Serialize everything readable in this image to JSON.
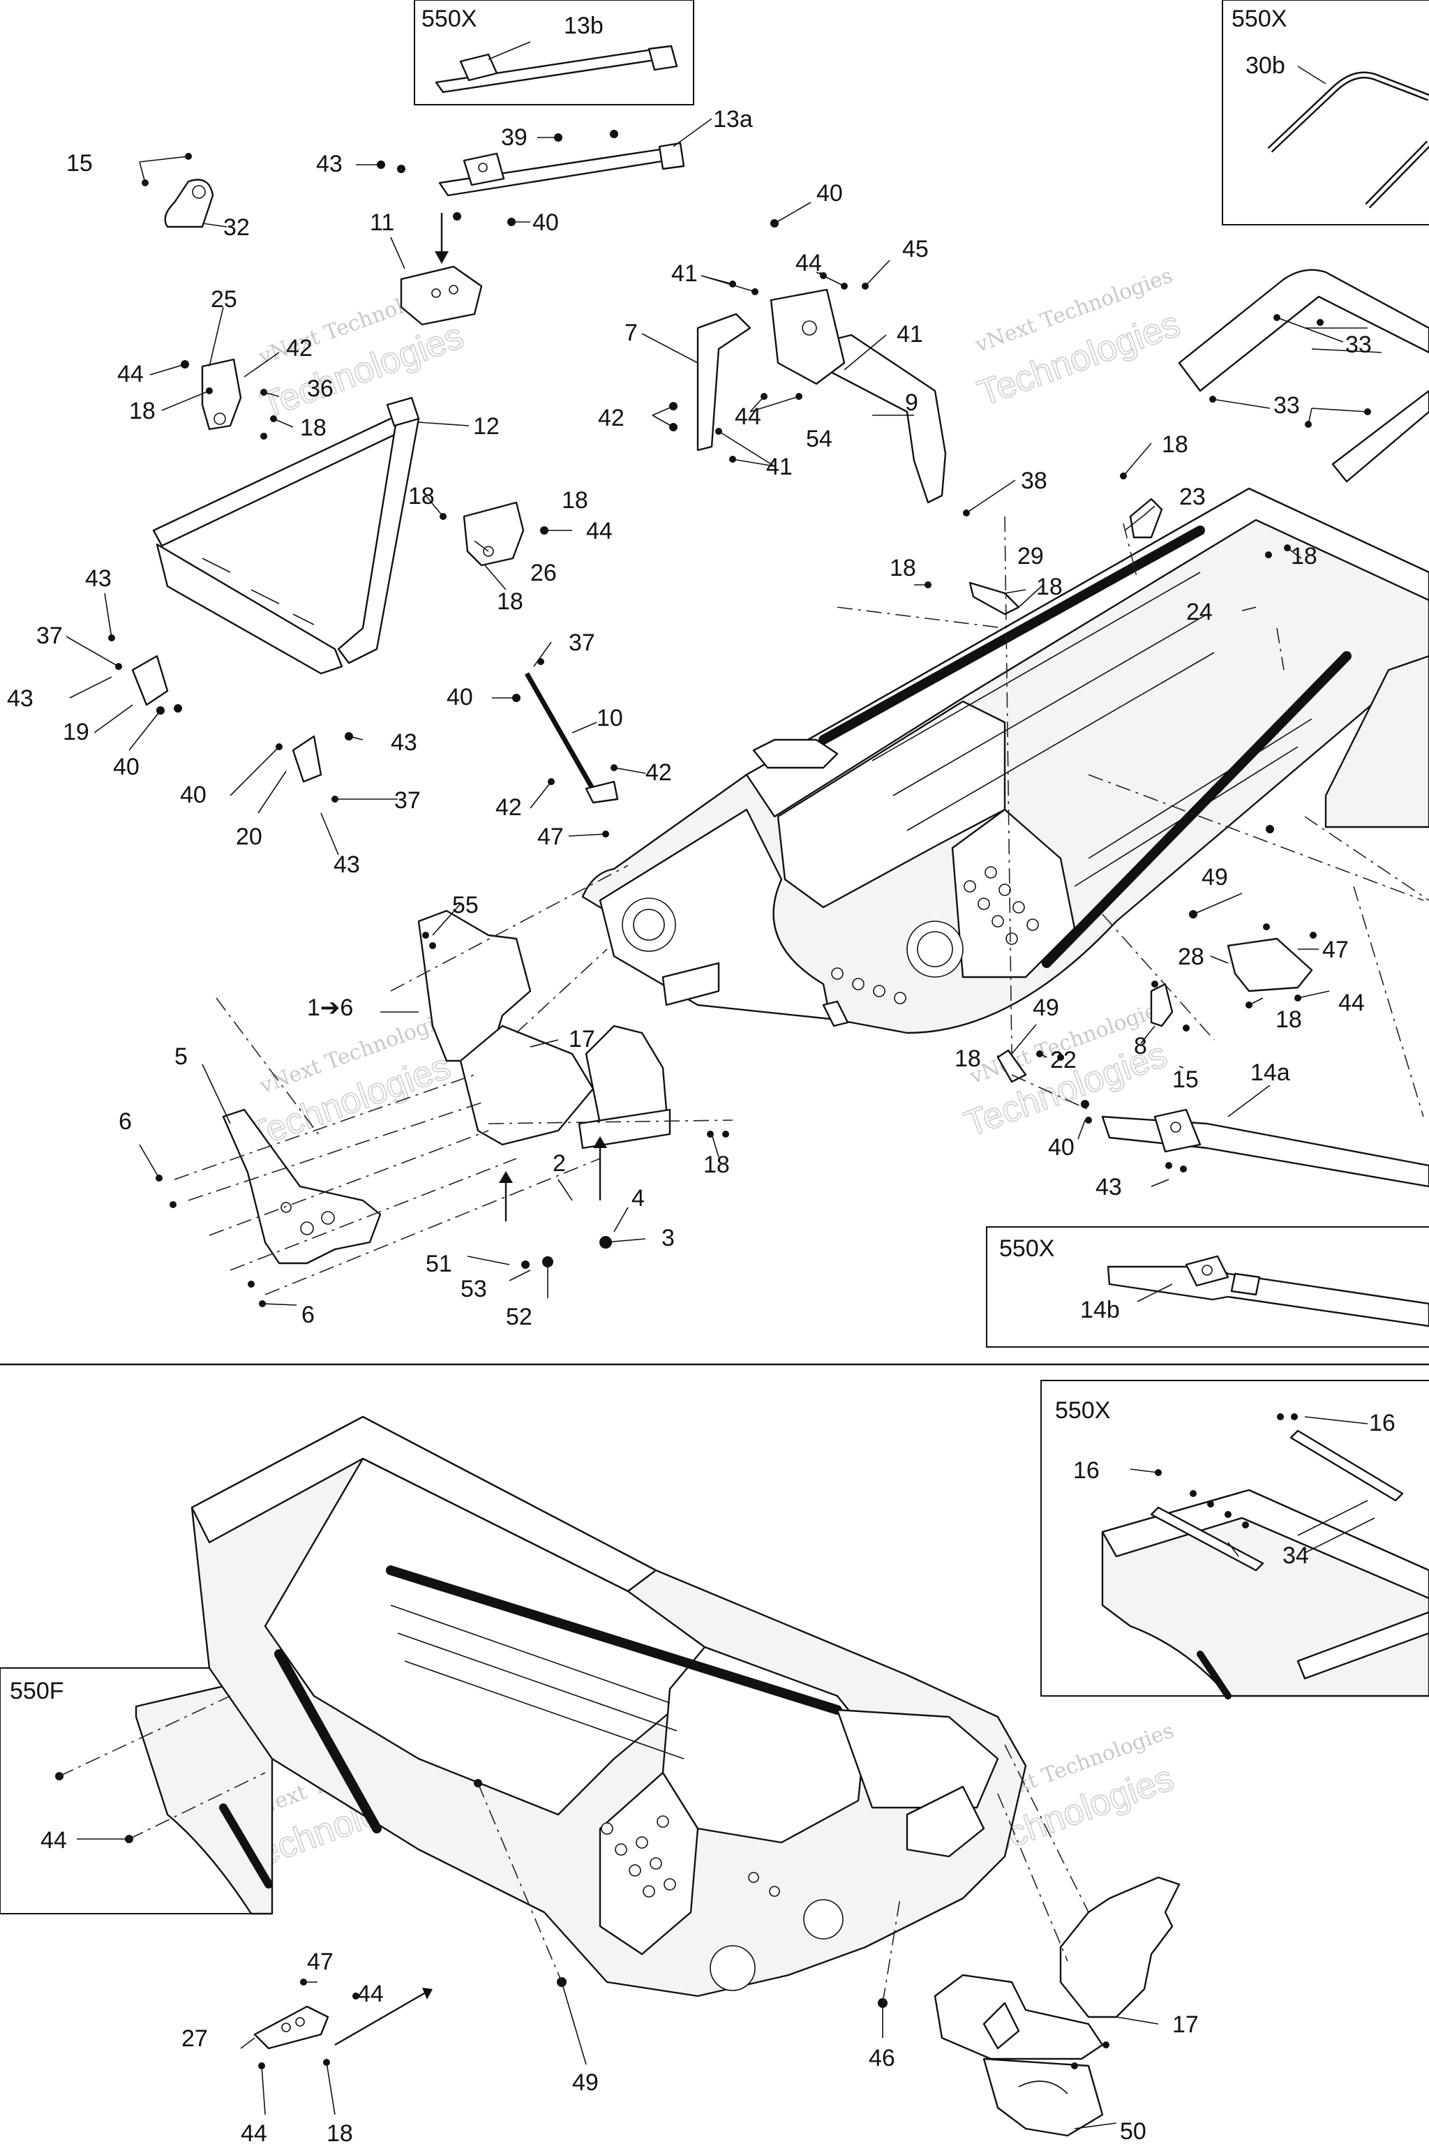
{
  "watermark": {
    "line1": "vNext",
    "line2": "Technologies",
    "full": "vNext Technologies"
  },
  "insets": {
    "top_13b": "550X",
    "top_30b": "550X",
    "mid_14b": "550X",
    "lower_16": "550X",
    "lower_550f": "550F"
  },
  "callouts": {
    "c13b": "13b",
    "c13a": "13a",
    "c30b": "30b",
    "c39": "39",
    "c43a": "43",
    "c40a": "40",
    "c15a": "15",
    "c32": "32",
    "c11": "11",
    "c40b": "40",
    "c45": "45",
    "c41a": "41",
    "c44a": "44",
    "c7": "7",
    "c41b": "41",
    "c25": "25",
    "c42a": "42",
    "c44b": "44",
    "c36": "36",
    "c18a": "18",
    "c18b": "18",
    "c12": "12",
    "c42b": "42",
    "c44c": "44",
    "c54": "54",
    "c9": "9",
    "c41c": "41",
    "c33a": "33",
    "c33b": "33",
    "c18c": "18",
    "c38": "38",
    "c18d": "18",
    "c18e": "18",
    "c44d": "44",
    "c26": "26",
    "c18f": "18",
    "c23": "23",
    "c18g": "18",
    "c18h": "18",
    "c29": "29",
    "c18i": "18",
    "c24": "24",
    "c43b": "43",
    "c37a": "37",
    "c43c": "43",
    "c19": "19",
    "c40c": "40",
    "c37b": "37",
    "c40d": "40",
    "c10": "10",
    "c43d": "43",
    "c40e": "40",
    "c20": "20",
    "c37c": "37",
    "c43e": "43",
    "c42c": "42",
    "c42d": "42",
    "c47a": "47",
    "c55": "55",
    "c49a": "49",
    "c28": "28",
    "c47b": "47",
    "c44e": "44",
    "c18j": "18",
    "c1to6": "1➔6",
    "c17a": "17",
    "c49b": "49",
    "c5": "5",
    "c18k": "18",
    "c22": "22",
    "c8": "8",
    "c15b": "15",
    "c14a": "14a",
    "c6a": "6",
    "c40f": "40",
    "c43f": "43",
    "c18l": "18",
    "c2": "2",
    "c4": "4",
    "c3": "3",
    "c51": "51",
    "c53": "53",
    "c52": "52",
    "c6b": "6",
    "c14b": "14b",
    "c16a": "16",
    "c16b": "16",
    "c34": "34",
    "c44f": "44",
    "c47c": "47",
    "c44g": "44",
    "c27": "27",
    "c49c": "49",
    "c46": "46",
    "c17b": "17",
    "c44h": "44",
    "c18m": "18",
    "c50": "50"
  }
}
